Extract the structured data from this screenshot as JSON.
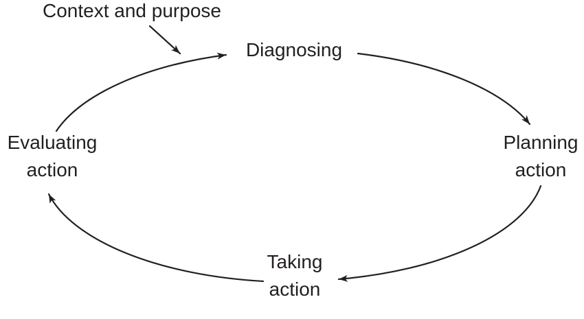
{
  "diagram": {
    "annotation": {
      "label": "Context and purpose"
    },
    "nodes": {
      "diagnosing": {
        "lines": [
          "Diagnosing"
        ]
      },
      "planning": {
        "lines": [
          "Planning",
          "action"
        ]
      },
      "taking": {
        "lines": [
          "Taking",
          "action"
        ]
      },
      "evaluating": {
        "lines": [
          "Evaluating",
          "action"
        ]
      }
    },
    "arrows": [
      {
        "name": "context-to-diagnosing-arrow",
        "from": "Context and purpose",
        "to": "Diagnosing",
        "style": "straight"
      },
      {
        "name": "evaluating-to-diagnosing-arrow",
        "from": "Evaluating action",
        "to": "Diagnosing",
        "style": "curved"
      },
      {
        "name": "diagnosing-to-planning-arrow",
        "from": "Diagnosing",
        "to": "Planning action",
        "style": "curved"
      },
      {
        "name": "planning-to-taking-arrow",
        "from": "Planning action",
        "to": "Taking action",
        "style": "curved"
      },
      {
        "name": "taking-to-evaluating-arrow",
        "from": "Taking action",
        "to": "Evaluating action",
        "style": "curved"
      }
    ],
    "colors": {
      "ink": "#231f20",
      "background": "#ffffff"
    }
  }
}
